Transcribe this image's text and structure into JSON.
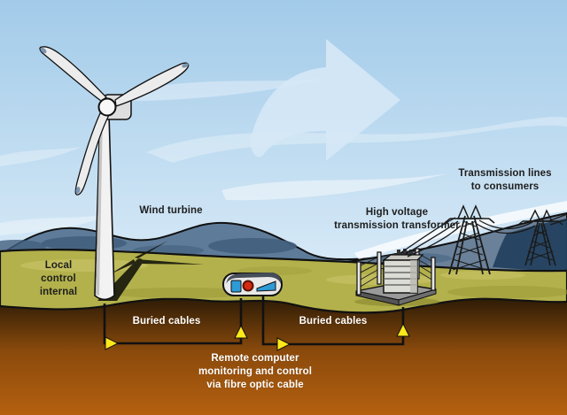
{
  "labels": {
    "wind_turbine": "Wind turbine",
    "local_control": "Local\ncontrol\ninternal",
    "high_voltage_transformer": "High voltage\ntransmission transformer",
    "transmission_lines": "Transmission lines\nto consumers",
    "buried_cables_left": "Buried cables",
    "buried_cables_right": "Buried cables",
    "remote_computer": "Remote computer\nmonitoring and control\nvia fibre optic cable"
  },
  "icons": {
    "energy_flow_arrow": "large right-pointing swoosh arrow in sky",
    "cable_direction_arrows": "small yellow triangles on buried cable runs"
  },
  "colors": {
    "sky_top": "#a2cbe9",
    "sky_bottom": "#dcecf8",
    "flow_arrow": "#d6e8f6",
    "hills_left": "#5e7c9a",
    "hills_shadow": "#42607e",
    "hills_right": "#6a8199",
    "hills_navy": "#24415f",
    "grass": "#b3b14b",
    "grass_light": "#c8c266",
    "grass_dark": "#9d9a3a",
    "underground_top": "#2e1c06",
    "underground_mid": "#8a4a0c",
    "underground_bottom": "#b5600f",
    "cable": "#111111",
    "cable_arrow_yellow": "#ffe81a",
    "device_blue": "#2e9bd6",
    "device_red": "#d42a10",
    "structure_line": "#1a1a1a",
    "label_dark": "#1e1e1e",
    "label_light": "#ffffff"
  }
}
